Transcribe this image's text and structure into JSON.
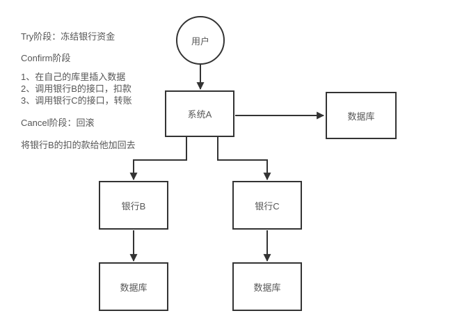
{
  "diagram": {
    "notes": {
      "try_phase": "Try阶段：冻结银行资金",
      "confirm_phase": "Confirm阶段",
      "steps": [
        "1、在自己的库里插入数据",
        "2、调用银行B的接口，扣款",
        "3、调用银行C的接口，转账"
      ],
      "cancel_phase": "Cancel阶段：回滚",
      "rollback_note": "将银行B的扣的款给他加回去"
    },
    "nodes": {
      "user": {
        "label": "用户",
        "shape": "circle"
      },
      "system_a": {
        "label": "系统A",
        "shape": "rect"
      },
      "database_main": {
        "label": "数据库",
        "shape": "rect"
      },
      "bank_b": {
        "label": "银行B",
        "shape": "rect"
      },
      "bank_c": {
        "label": "银行C",
        "shape": "rect"
      },
      "database_bank_b": {
        "label": "数据库",
        "shape": "rect"
      },
      "database_bank_c": {
        "label": "数据库",
        "shape": "rect"
      }
    },
    "edges": [
      {
        "from": "user",
        "to": "system_a"
      },
      {
        "from": "system_a",
        "to": "database_main"
      },
      {
        "from": "system_a",
        "to": "bank_b"
      },
      {
        "from": "system_a",
        "to": "bank_c"
      },
      {
        "from": "bank_b",
        "to": "database_bank_b"
      },
      {
        "from": "bank_c",
        "to": "database_bank_c"
      }
    ],
    "colors": {
      "line": "#333333",
      "text": "#565656",
      "background": "#ffffff"
    }
  }
}
